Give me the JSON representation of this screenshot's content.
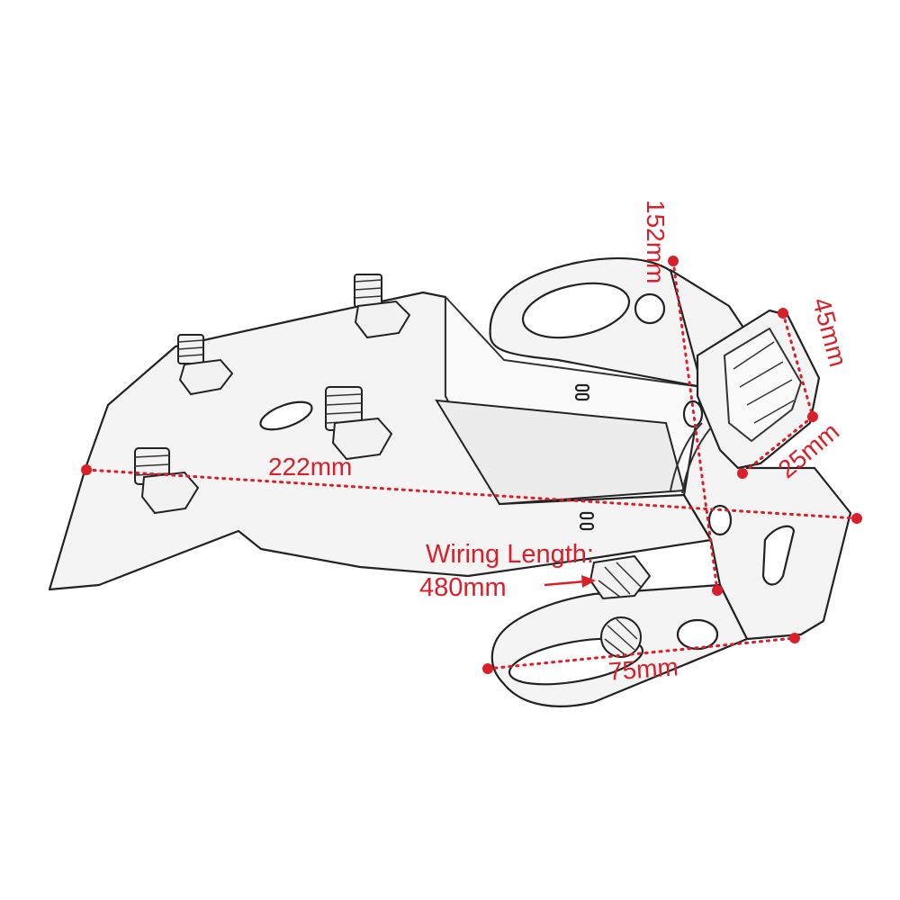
{
  "dimensions": {
    "length": "222mm",
    "height": "152mm",
    "lamp_width": "45mm",
    "lamp_depth": "25mm",
    "mount_width": "75mm"
  },
  "wiring": {
    "label": "Wiring Length:",
    "value": "480mm"
  },
  "colors": {
    "dimension": "#d9202a",
    "outline": "#222222",
    "background": "#ffffff"
  }
}
